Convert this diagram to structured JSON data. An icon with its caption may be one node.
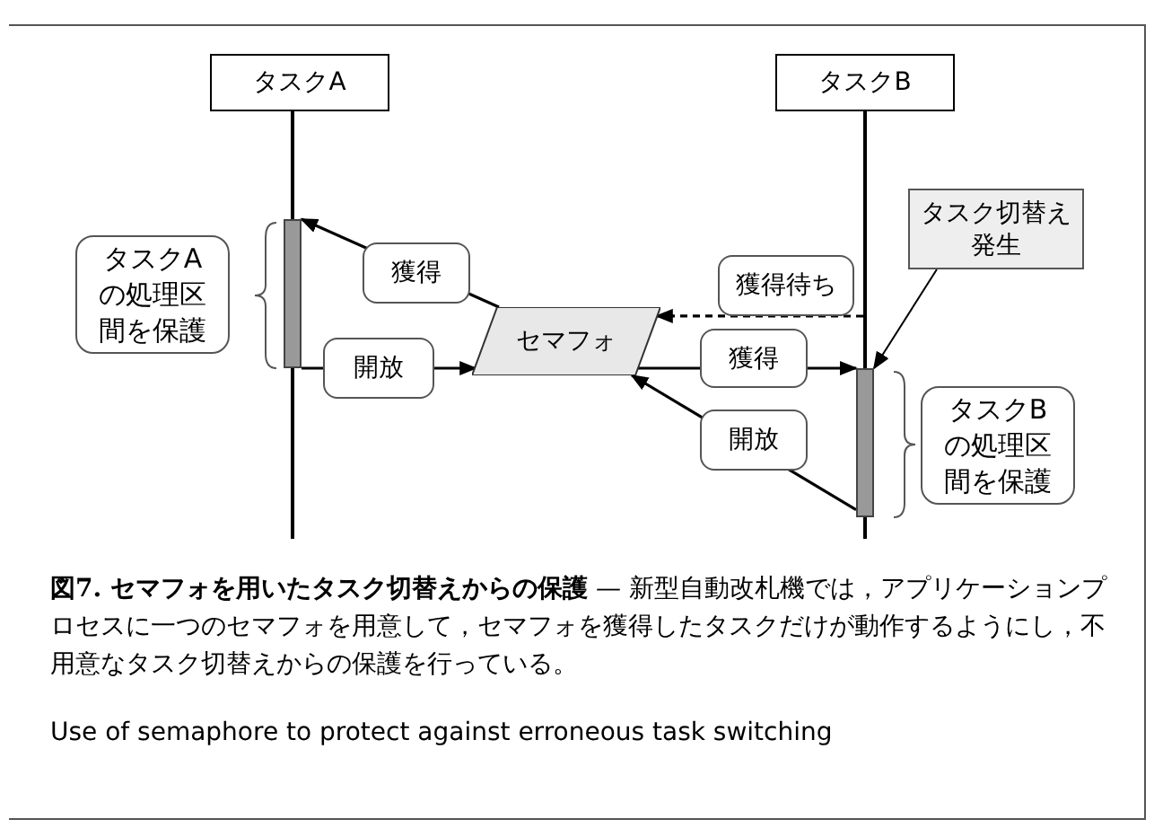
{
  "diagram": {
    "caption": "**図7.  セマフォを用いたタスク切替えからの保護** — 新型自動改札機では，アプリケーションプロセスに一つのセマフォを用意して，セマフォを獲得したタスクだけが動作するようにし，不用意なタスク切替えからの保護を行っている。",
    "nodes": [
      {
        "text": [
          "タスクA"
        ]
      },
      {
        "text": [
          "タスクB"
        ]
      },
      {
        "text": [],
        "shape": "bar"
      },
      {
        "text": [],
        "shape": "bar"
      },
      {
        "text": [
          "セマフォ"
        ]
      },
      {
        "text": [
          "タスクAの処理区間を保護"
        ]
      },
      {
        "text": [
          "タスクBの処理区間を保護"
        ]
      },
      {
        "text": [
          "タスク切替え発生"
        ]
      }
    ],
    "edges": [
      {
        "from": 4,
        "to": 2,
        "arrow": "to",
        "label": "獲得"
      },
      {
        "from": 2,
        "to": 4,
        "arrow": "to",
        "label": "開放"
      },
      {
        "from": null,
        "to": 4,
        "arrow": "to",
        "label": "獲得待ち",
        "style": "dashed"
      },
      {
        "from": 4,
        "to": 3,
        "arrow": "to",
        "label": "獲得"
      },
      {
        "from": 3,
        "to": 4,
        "arrow": "to",
        "label": "開放"
      },
      {
        "from": 7,
        "to": 3,
        "arrow": "to"
      }
    ],
    "labels": [
      "Use of semaphore to protect against erroneous task switching"
    ]
  }
}
